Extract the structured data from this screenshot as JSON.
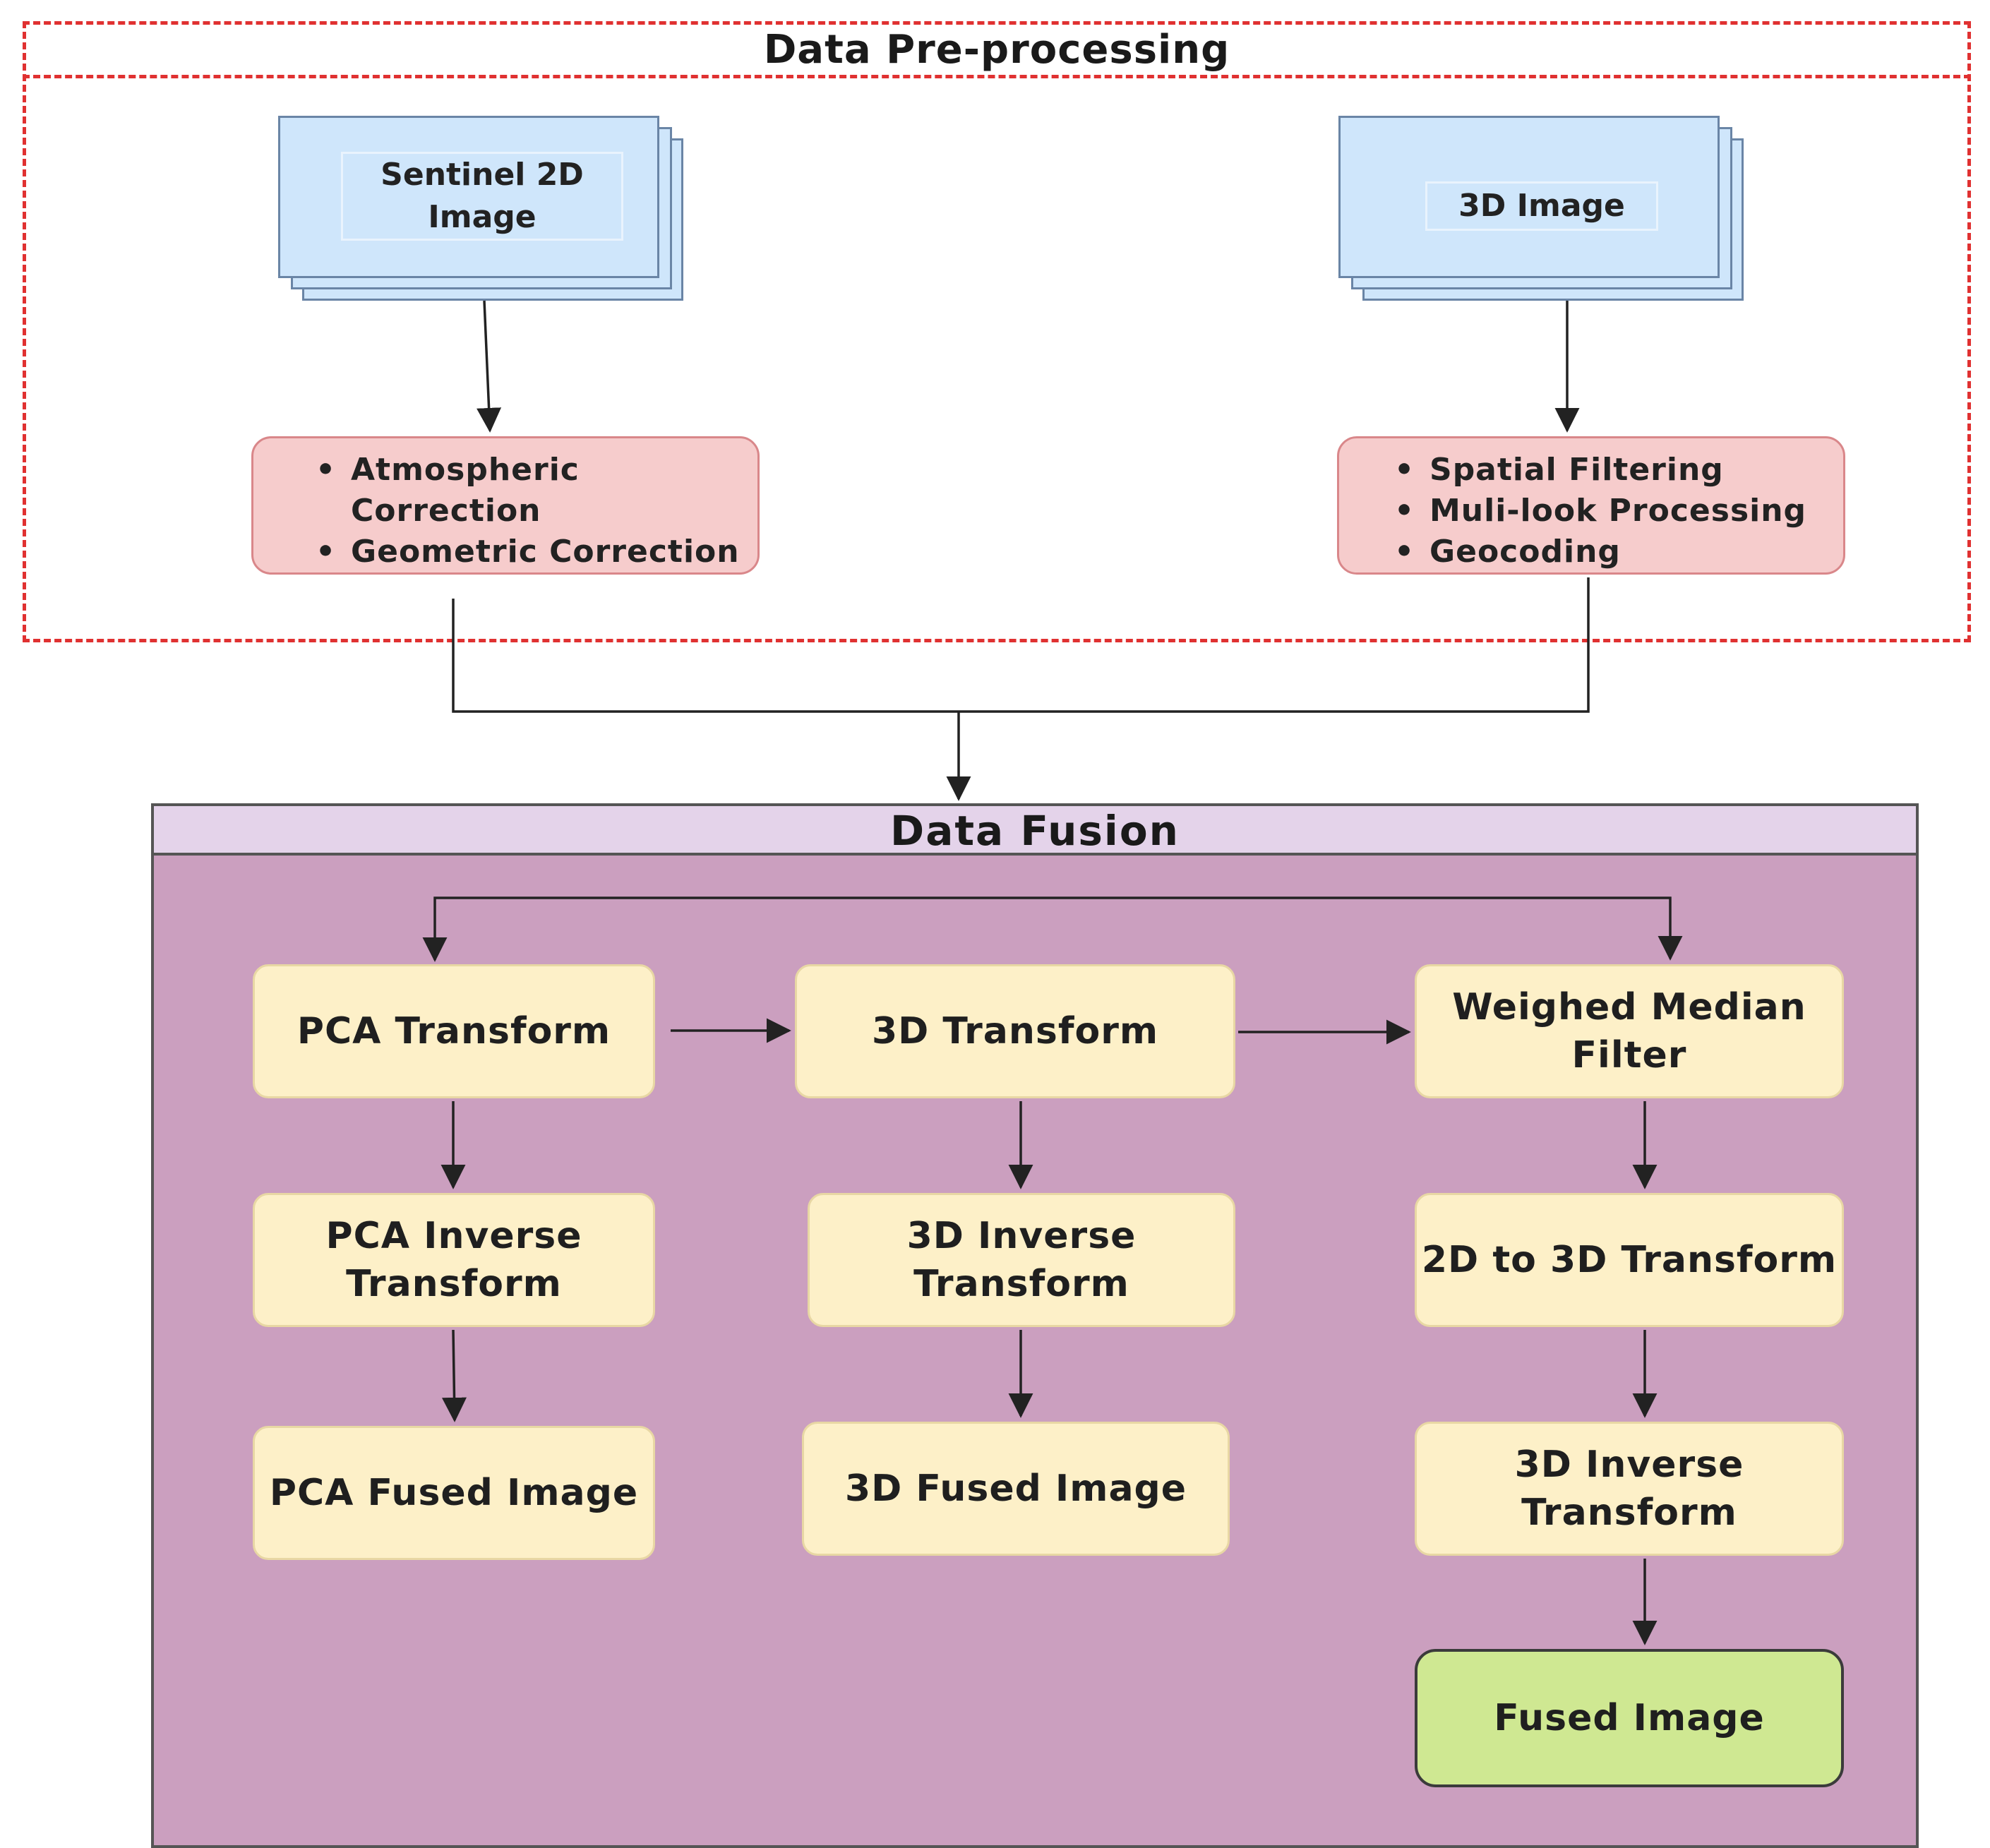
{
  "preprocessing": {
    "title": "Data Pre-processing",
    "sentinel_card": "Sentinel 2D\nImage",
    "image3d_card": "3D Image",
    "left_steps": [
      "Atmospheric\nCorrection",
      "Geometric Correction"
    ],
    "right_steps": [
      "Spatial Filtering",
      "Muli-look Processing",
      "Geocoding"
    ]
  },
  "fusion": {
    "title": "Data Fusion",
    "pca_column": [
      "PCA Transform",
      "PCA Inverse\nTransform",
      "PCA Fused Image"
    ],
    "transform3d_column": [
      "3D Transform",
      "3D Inverse\nTransform",
      "3D Fused Image"
    ],
    "median_column": [
      "Weighed Median\nFilter",
      "2D to 3D Transform",
      "3D  Inverse\nTransform",
      "Fused Image"
    ]
  },
  "colors": {
    "preprocessing_border": "#e03131",
    "card_fill": "#cfe6fb",
    "correction_fill": "#f6cccc",
    "fusion_fill": "#cb9fbf",
    "fusion_header_fill": "#e4d3ea",
    "process_fill": "#fdf0c8",
    "final_fill": "#cfe892"
  }
}
